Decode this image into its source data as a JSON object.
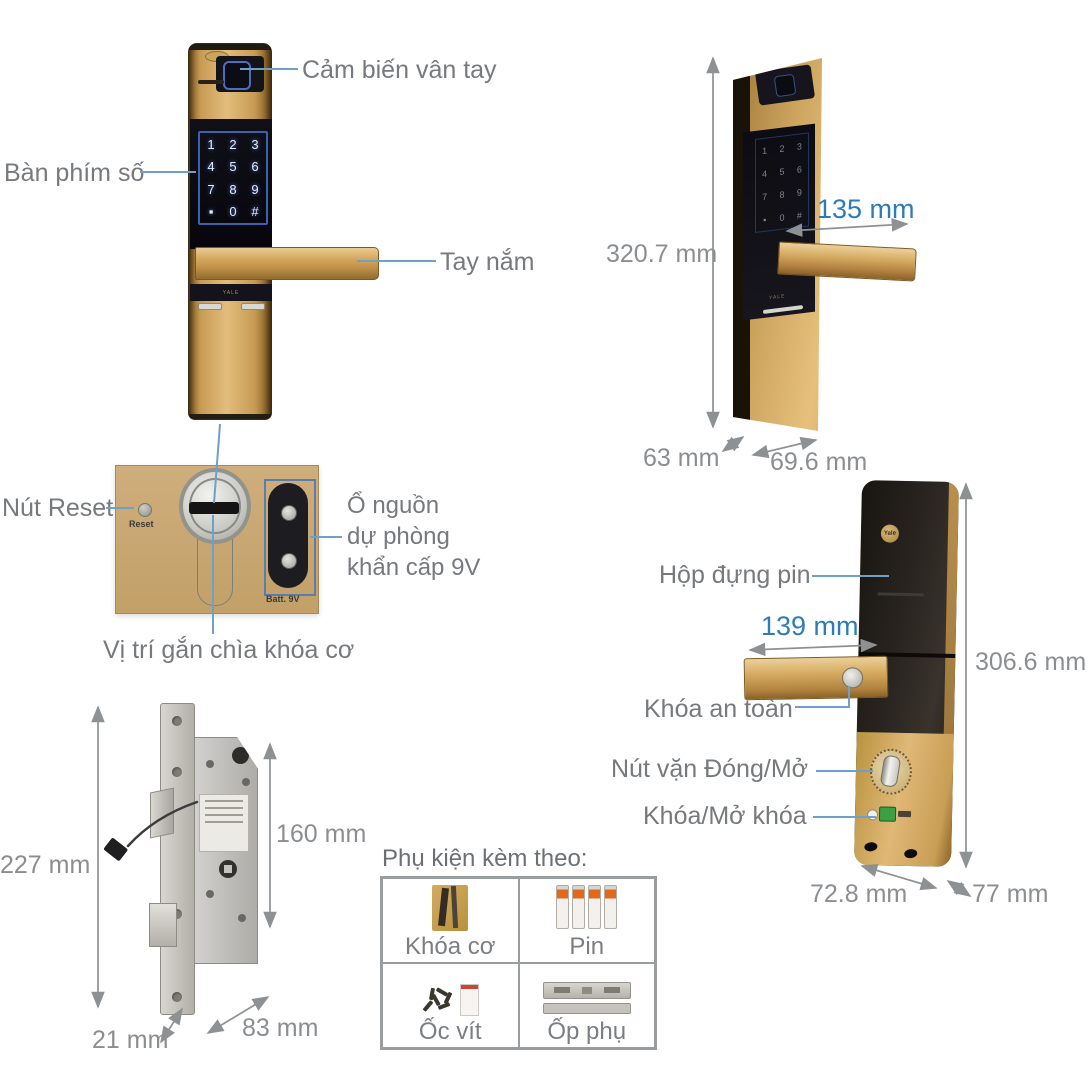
{
  "front_view": {
    "fingerprint_label": "Cảm biến vân tay",
    "keypad_label": "Bàn phím số",
    "handle_label": "Tay nắm",
    "brand": "YALE",
    "keypad_keys": [
      "1",
      "2",
      "3",
      "4",
      "5",
      "6",
      "7",
      "8",
      "9",
      "▪",
      "0",
      "#"
    ]
  },
  "cylinder_panel": {
    "reset_label": "Nút Reset",
    "reset_print": "Reset",
    "backup_power_lines": [
      "Ổ nguồn",
      "dự phòng",
      "khẩn cấp 9V"
    ],
    "battery_print": "Batt. 9V",
    "key_position_label": "Vị trí gắn chìa khóa cơ"
  },
  "angled_view": {
    "height": "320.7 mm",
    "handle_length": "135 mm",
    "depth": "63 mm",
    "width": "69.6 mm"
  },
  "back_view": {
    "battery_box_label": "Hộp đựng pin",
    "handle_length": "139 mm",
    "safety_lock_label": "Khóa an toàn",
    "thumb_turn_label": "Nút vặn Đóng/Mở",
    "lock_unlock_label": "Khóa/Mở khóa",
    "height": "306.6 mm",
    "width": "72.8 mm",
    "depth": "77 mm",
    "brand": "Yale"
  },
  "mortise": {
    "total_height": "227 mm",
    "body_height": "160 mm",
    "faceplate_width": "21 mm",
    "body_depth": "83 mm"
  },
  "accessories": {
    "title": "Phụ kiện kèm theo:",
    "items": [
      {
        "label": "Khóa cơ"
      },
      {
        "label": "Pin"
      },
      {
        "label": "Ốc vít"
      },
      {
        "label": "Ốp phụ"
      }
    ]
  },
  "colors": {
    "gold": "#c9a05a",
    "accent_blue": "#2d7cb8",
    "label_gray": "#76797d"
  }
}
